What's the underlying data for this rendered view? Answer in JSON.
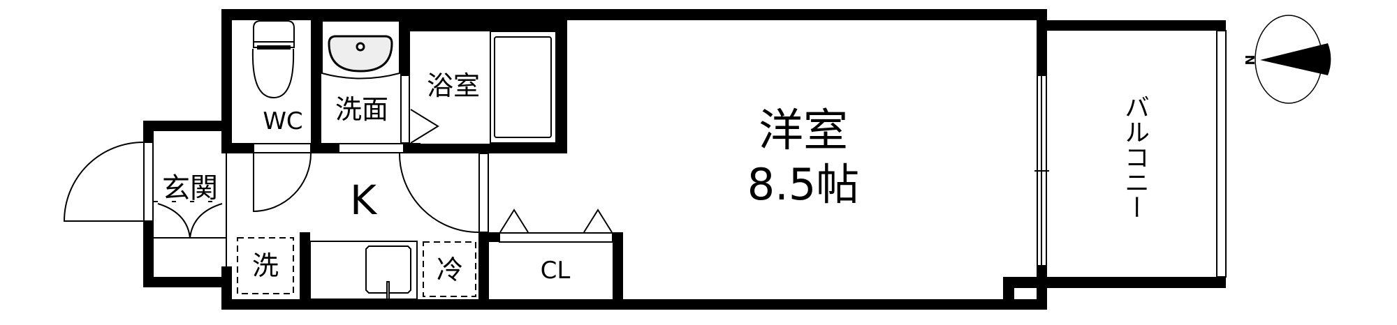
{
  "floorplan": {
    "rooms": {
      "wc": {
        "label": "WC"
      },
      "washroom": {
        "label": "洗面"
      },
      "bathroom": {
        "label": "浴室"
      },
      "entrance": {
        "label": "玄関"
      },
      "kitchen": {
        "label": "K"
      },
      "washer": {
        "label": "洗"
      },
      "fridge": {
        "label": "冷"
      },
      "closet": {
        "label": "CL"
      },
      "western_room": {
        "label": "洋室",
        "size": "8.5帖"
      },
      "balcony": {
        "label": "バルコニー"
      }
    },
    "compass": {
      "label": "N",
      "direction": "left"
    },
    "colors": {
      "wall": "#000000",
      "background": "#ffffff",
      "sink_fill": "#eeeeee"
    }
  }
}
